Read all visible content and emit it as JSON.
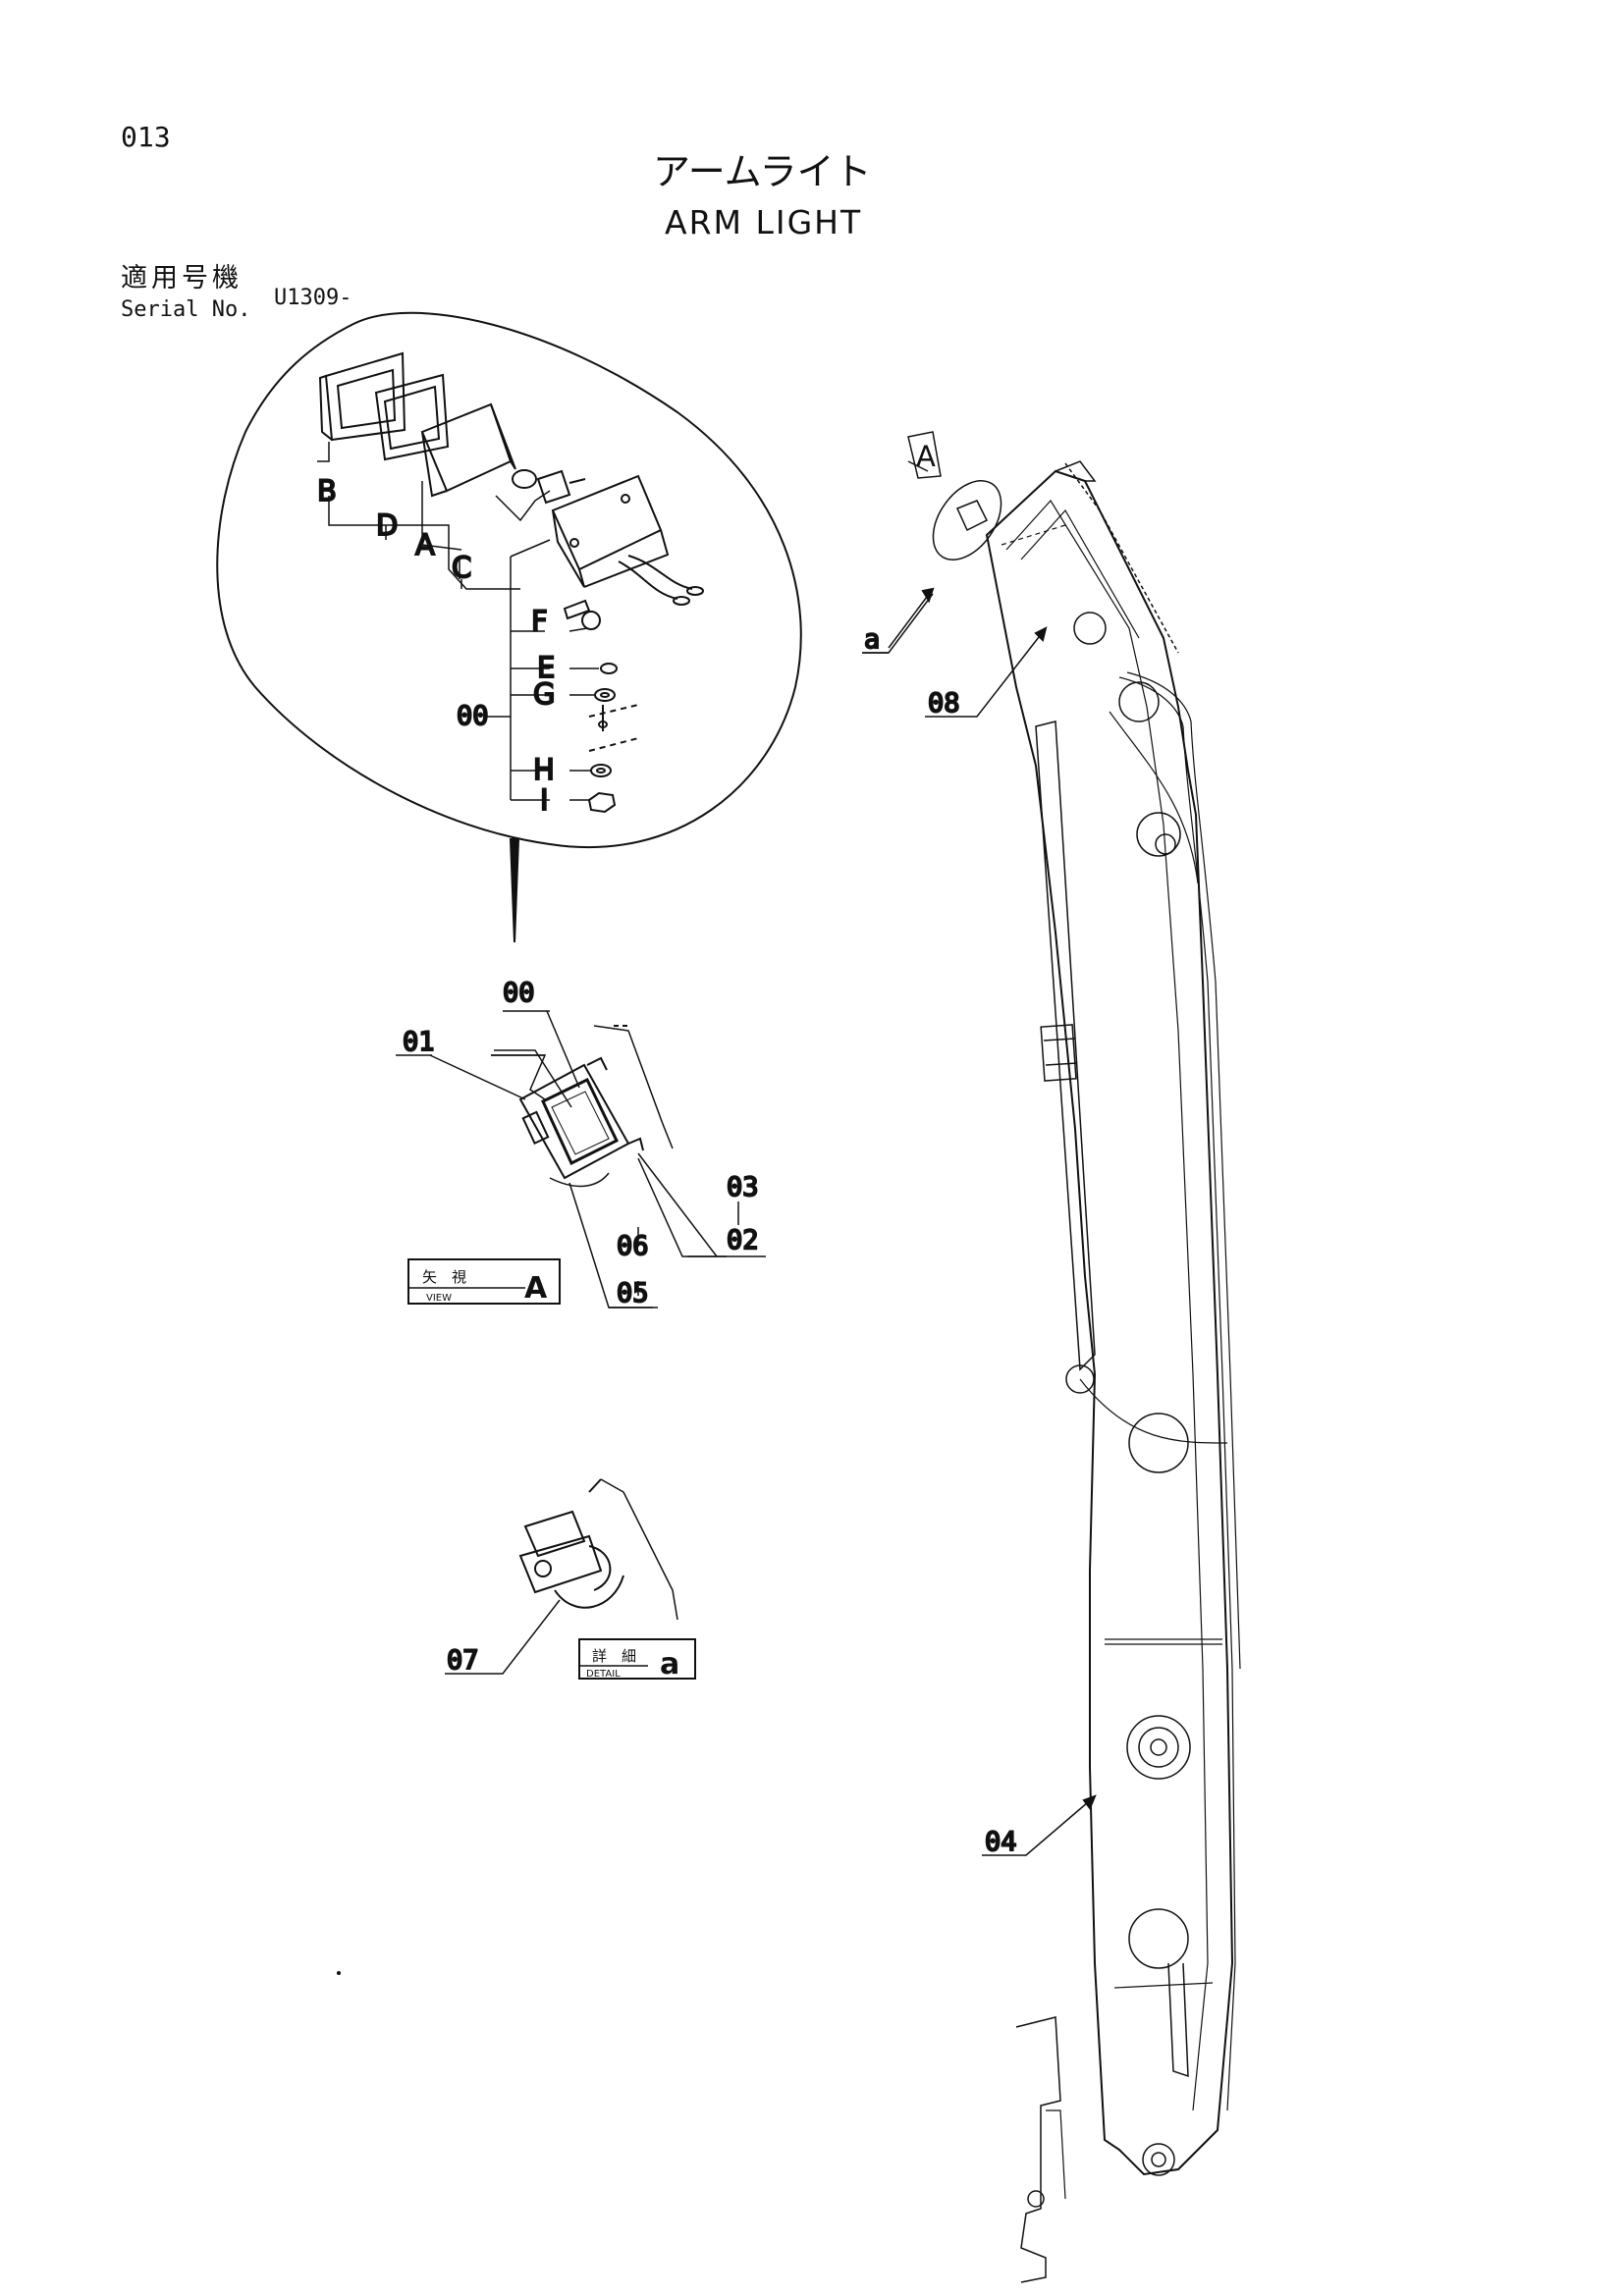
{
  "page_number": "013",
  "title_jp": "アームライト",
  "title_en": "ARM LIGHT",
  "serial": {
    "label_jp": "適用号機",
    "label_en": "Serial No.",
    "value": "U1309-"
  },
  "callouts": {
    "letters": [
      "B",
      "D",
      "A",
      "C",
      "F",
      "E",
      "G",
      "H",
      "I"
    ],
    "exploded_assembly": "00",
    "view_a": [
      "00",
      "01",
      "03",
      "02",
      "06",
      "05"
    ],
    "detail_a": "07",
    "arm": [
      "a",
      "08",
      "04"
    ],
    "view_arrow": "A"
  },
  "stamps": {
    "view": {
      "jp": "矢　視",
      "en": "VIEW",
      "letter": "A"
    },
    "detail": {
      "jp": "詳　細",
      "en": "DETAIL",
      "letter": "a"
    }
  }
}
